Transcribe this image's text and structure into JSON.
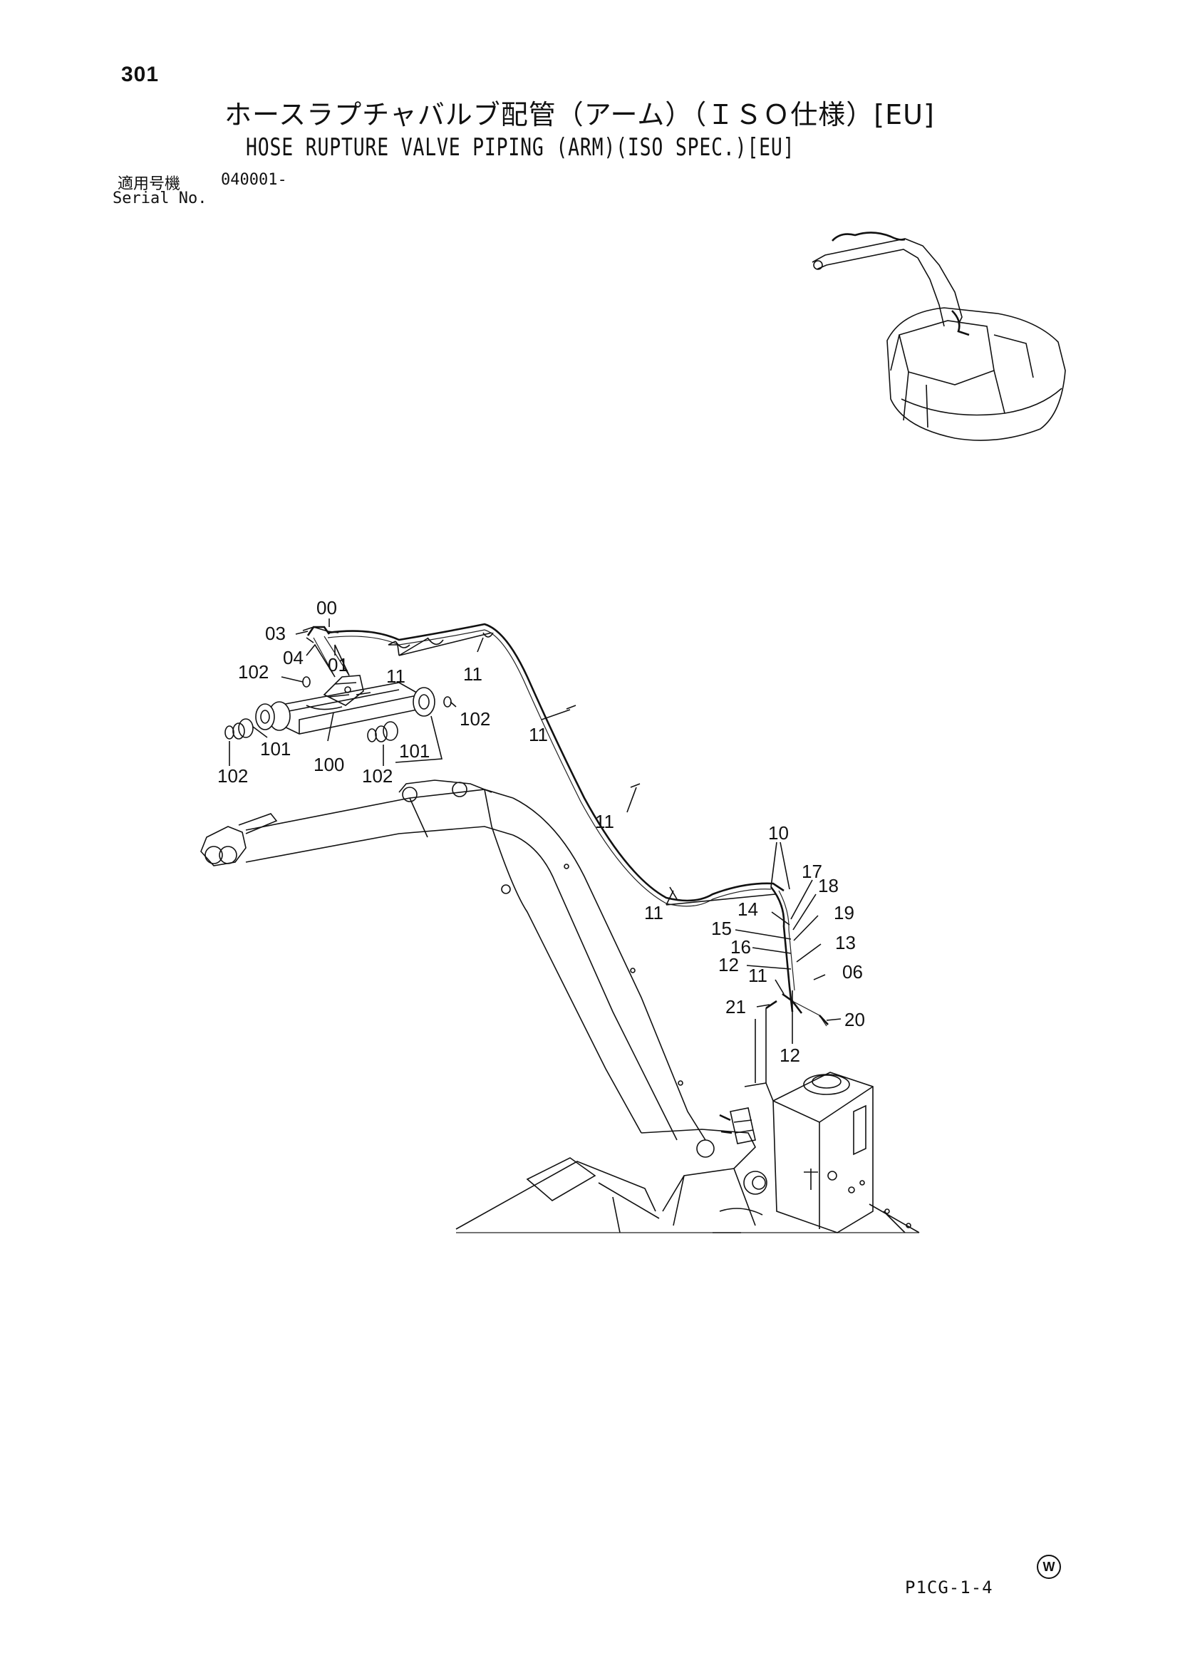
{
  "page_number": "301",
  "title_jp": "ホースラプチャバルブ配管（アーム）（ＩＳＯ仕様）[EU]",
  "title_en": "HOSE RUPTURE VALVE PIPING (ARM)(ISO SPEC.)[EU]",
  "serial": {
    "label_jp": "適用号機",
    "label_en": "Serial No.",
    "value": "040001-"
  },
  "callouts": {
    "c00": "00",
    "c03": "03",
    "c04": "04",
    "c01": "01",
    "c11a": "11",
    "c11b": "11",
    "c11c": "11",
    "c11d": "11",
    "c11e": "11",
    "c11f": "11",
    "c102a": "102",
    "c102b": "102",
    "c102c": "102",
    "c102d": "102",
    "c101a": "101",
    "c101b": "101",
    "c100": "100",
    "c10": "10",
    "c17": "17",
    "c18": "18",
    "c14": "14",
    "c19": "19",
    "c15": "15",
    "c16": "16",
    "c13": "13",
    "c12a": "12",
    "c12b": "12",
    "c06": "06",
    "c21": "21",
    "c20": "20"
  },
  "mark": "W",
  "footer_code": "P1CG-1-4"
}
